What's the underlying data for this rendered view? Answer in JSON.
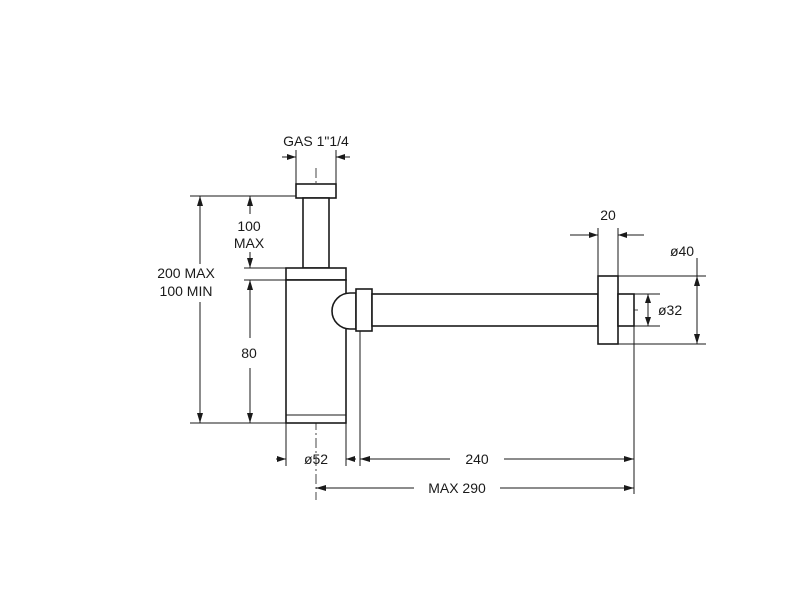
{
  "labels": {
    "gas_thread": "GAS 1\"1/4",
    "extension_line1": "100",
    "extension_line2": "MAX",
    "total_height_line1": "200 MAX",
    "total_height_line2": "100 MIN",
    "bottle_height": "80",
    "bottle_diameter": "ø52",
    "pipe_length": "240",
    "max_length": "MAX 290",
    "flange_width": "20",
    "flange_diameter": "ø40",
    "pipe_diameter": "ø32"
  }
}
